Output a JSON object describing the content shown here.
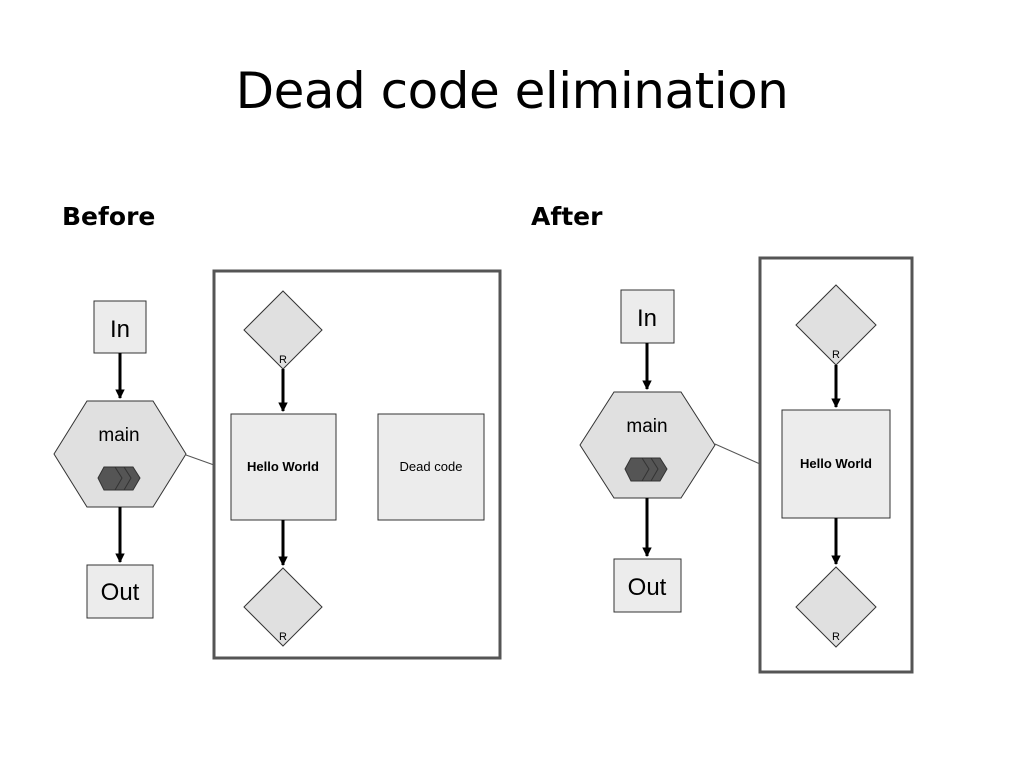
{
  "title": "Dead code elimination",
  "before": {
    "label": "Before",
    "in_label": "In",
    "main_label": "main",
    "out_label": "Out",
    "hello_label": "Hello World",
    "dead_label": "Dead code",
    "diamond_label": "R"
  },
  "after": {
    "label": "After",
    "in_label": "In",
    "main_label": "main",
    "out_label": "Out",
    "hello_label": "Hello World",
    "diamond_label": "R"
  },
  "colors": {
    "node_fill": "#ececec",
    "hex_fill": "#e0e0e0",
    "border": "#333333",
    "frame": "#555555",
    "chevron": "#555555"
  }
}
